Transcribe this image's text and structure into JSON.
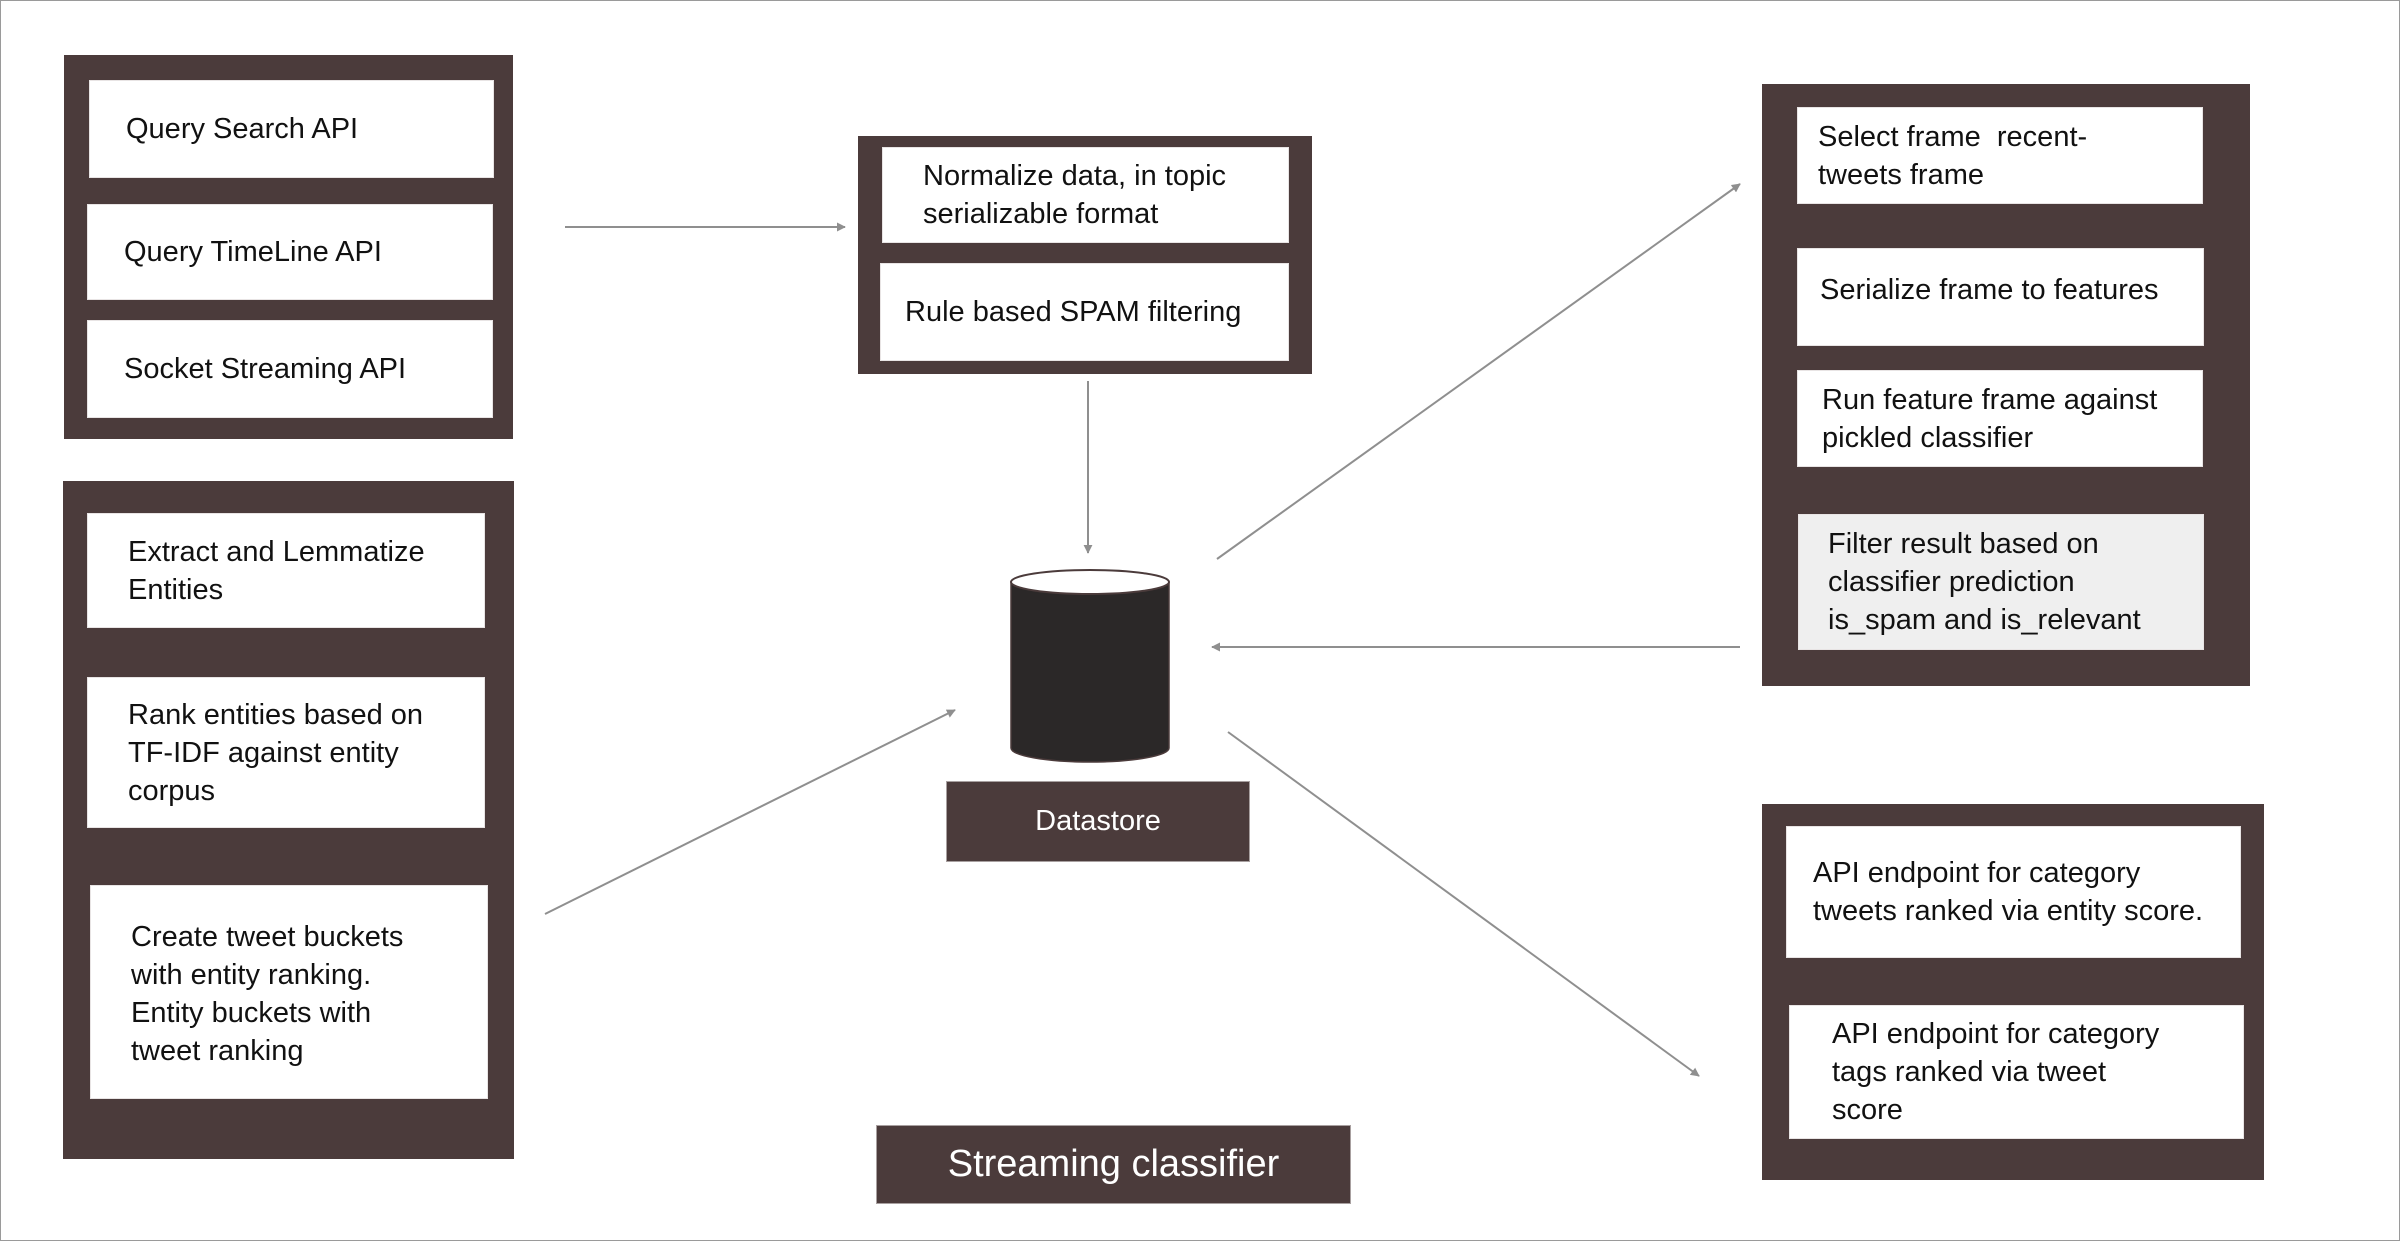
{
  "diagram": {
    "title": "Streaming classifier",
    "datastore": {
      "label": "Datastore",
      "icon": "database-cylinder-icon"
    },
    "ingestion": {
      "items": [
        "Query Search API",
        "Query TimeLine API",
        "Socket Streaming API"
      ]
    },
    "preprocessing": {
      "items": [
        [
          "Normalize data, in topic",
          "serializable format"
        ],
        [
          "Rule based SPAM filtering"
        ]
      ]
    },
    "entity_processing": {
      "items": [
        [
          "Extract and Lemmatize",
          "Entities"
        ],
        [
          "Rank entities based on",
          "TF-IDF against entity",
          "corpus"
        ],
        [
          "Create tweet buckets",
          "with entity ranking.",
          "Entity buckets with",
          "tweet ranking"
        ]
      ]
    },
    "classification": {
      "items": [
        [
          "Select frame  recent-",
          "tweets frame"
        ],
        [
          "Serialize frame to features"
        ],
        [
          "Run feature frame against",
          "pickled classifier"
        ],
        [
          "Filter result based on",
          "classifier prediction",
          "is_spam and is_relevant"
        ]
      ]
    },
    "api_endpoints": {
      "items": [
        [
          "API endpoint for category",
          "tweets ranked via entity score."
        ],
        [
          "API endpoint for category",
          "tags ranked via tweet",
          "score"
        ]
      ]
    },
    "colors": {
      "container": "#4b3b3b",
      "card": "#ffffff",
      "card_shaded": "#efefef",
      "cylinder": "#2b2828",
      "arrow": "#8f8f8f"
    }
  }
}
